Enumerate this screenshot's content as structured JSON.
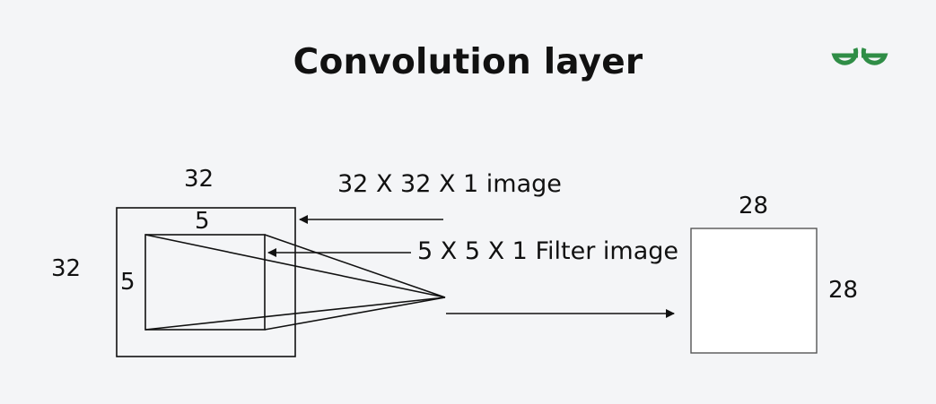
{
  "title": "Convolution layer",
  "logo": {
    "icon": "geeksforgeeks-logo-icon",
    "color": "#2f8d46"
  },
  "diagram": {
    "input_width_label": "32",
    "input_height_label": "32",
    "filter_width_label": "5",
    "filter_height_label": "5",
    "input_caption": "32 X 32 X 1 image",
    "filter_caption": "5 X 5 X 1 Filter image",
    "output_width_label": "28",
    "output_height_label": "28"
  },
  "colors": {
    "background": "#f4f5f7",
    "stroke": "#111111",
    "output_fill": "#ffffff",
    "output_stroke": "#555555"
  }
}
